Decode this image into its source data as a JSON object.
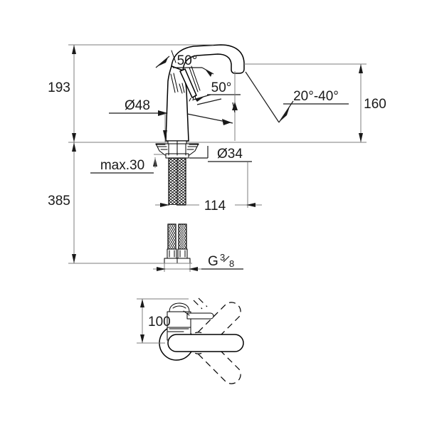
{
  "document": {
    "type": "technical-drawing",
    "subject": "single-lever basin mixer faucet",
    "views": [
      "side-elevation",
      "top-plan"
    ],
    "units": "mm",
    "background_color": "#ffffff",
    "line_color": "#000000",
    "dimension_line_color": "#7c7c7c"
  },
  "dimensions": {
    "height_spout_above_deck": "193",
    "projection_right": "160",
    "overall_height_below": "385",
    "max_deck_thickness": "max.30",
    "body_diameter": "Ø48",
    "shank_diameter": "Ø34",
    "shank_length": "114",
    "supply_thread": "G",
    "supply_thread_numerator": "3",
    "supply_thread_denominator": "8",
    "lever_offset_plan": "100"
  },
  "angles": {
    "lever_lift_upper": "50°",
    "lever_lift_lower": "50°",
    "spout_swivel_range": "20°-40°"
  },
  "labels": [
    {
      "name": "dim-193",
      "text": "193"
    },
    {
      "name": "dim-160",
      "text": "160"
    },
    {
      "name": "dim-385",
      "text": "385"
    },
    {
      "name": "dim-max-30",
      "text": "max.30"
    },
    {
      "name": "dim-d48",
      "text": "Ø48"
    },
    {
      "name": "dim-d34",
      "text": "Ø34"
    },
    {
      "name": "dim-114",
      "text": "114"
    },
    {
      "name": "dim-100",
      "text": "100"
    },
    {
      "name": "angle-50-upper",
      "text": "50°"
    },
    {
      "name": "angle-50-lower",
      "text": "50°"
    },
    {
      "name": "angle-swivel",
      "text": "20°-40°"
    }
  ]
}
